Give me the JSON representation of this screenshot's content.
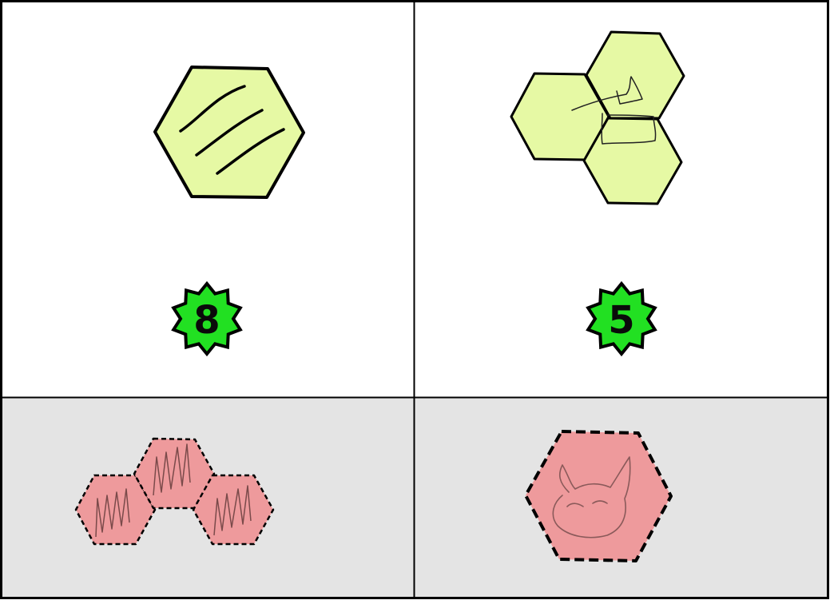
{
  "colors": {
    "frame": "#000000",
    "card_background": "#ffffff",
    "penalty_background": "#e4e4e4",
    "tile_fill": "#e6f9a4",
    "penalty_fill": "#ee9a9c",
    "badge_fill": "#22e022",
    "badge_text": "#0a0a0a"
  },
  "cards": [
    {
      "name": "card-1",
      "tile_icon": "single-hex-tile-icon",
      "tile_count": 1,
      "score": "8",
      "badge_icon": "starburst-badge-icon"
    },
    {
      "name": "card-2",
      "tile_icon": "triple-hex-cluster-icon",
      "tile_count": 3,
      "score": "5",
      "badge_icon": "starburst-badge-icon"
    }
  ],
  "penalties": [
    {
      "name": "penalty-1",
      "tile_icon": "triple-hex-penalty-icon",
      "tile_count": 3
    },
    {
      "name": "penalty-2",
      "tile_icon": "single-hex-penalty-icon",
      "tile_count": 1,
      "doodle_icon": "cat-face-doodle-icon"
    }
  ]
}
